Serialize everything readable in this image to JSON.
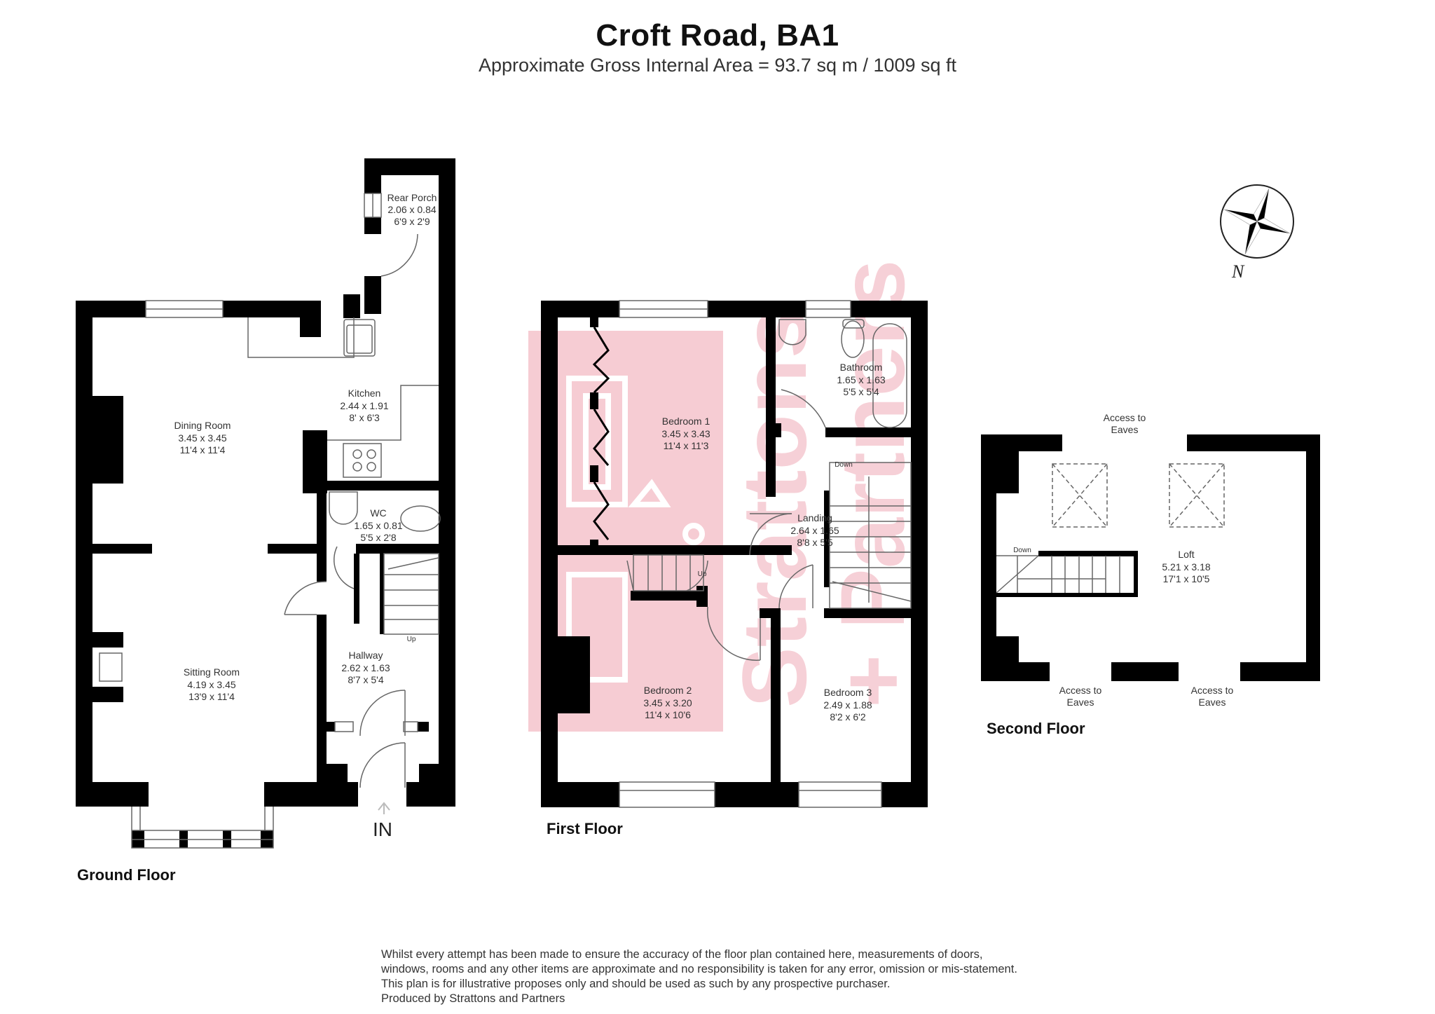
{
  "header": {
    "title": "Croft Road, BA1",
    "subtitle": "Approximate Gross Internal Area = 93.7 sq m / 1009 sq ft"
  },
  "watermark": {
    "text": "Strattons + Partners",
    "color": "#f6ccd3"
  },
  "compass": {
    "label": "N",
    "icon": "compass-rose-icon"
  },
  "entrance": {
    "label": "IN"
  },
  "floors": {
    "ground": {
      "label": "Ground Floor",
      "rooms": {
        "rear_porch": {
          "name": "Rear Porch",
          "metric": "2.06 x 0.84",
          "imperial": "6'9 x 2'9"
        },
        "kitchen": {
          "name": "Kitchen",
          "metric": "2.44 x 1.91",
          "imperial": "8' x 6'3"
        },
        "dining_room": {
          "name": "Dining Room",
          "metric": "3.45 x 3.45",
          "imperial": "11'4 x 11'4"
        },
        "wc": {
          "name": "WC",
          "metric": "1.65 x 0.81",
          "imperial": "5'5 x 2'8"
        },
        "sitting_room": {
          "name": "Sitting Room",
          "metric": "4.19 x 3.45",
          "imperial": "13'9 x 11'4"
        },
        "hallway": {
          "name": "Hallway",
          "metric": "2.62 x 1.63",
          "imperial": "8'7 x 5'4"
        }
      },
      "stairs_label": "Up"
    },
    "first": {
      "label": "First Floor",
      "rooms": {
        "bedroom1": {
          "name": "Bedroom 1",
          "metric": "3.45 x 3.43",
          "imperial": "11'4 x 11'3"
        },
        "bathroom": {
          "name": "Bathroom",
          "metric": "1.65 x 1.63",
          "imperial": "5'5 x 5'4"
        },
        "landing": {
          "name": "Landing",
          "metric": "2.64 x 1.65",
          "imperial": "8'8 x 5'5"
        },
        "bedroom2": {
          "name": "Bedroom 2",
          "metric": "3.45 x 3.20",
          "imperial": "11'4 x 10'6"
        },
        "bedroom3": {
          "name": "Bedroom 3",
          "metric": "2.49 x 1.88",
          "imperial": "8'2 x 6'2"
        }
      },
      "stairs_up_label": "Up",
      "stairs_down_label": "Down"
    },
    "second": {
      "label": "Second Floor",
      "rooms": {
        "loft": {
          "name": "Loft",
          "metric": "5.21 x 3.18",
          "imperial": "17'1 x 10'5"
        }
      },
      "stairs_down_label": "Down",
      "eaves": {
        "top": [
          "Access to",
          "Eaves"
        ],
        "bottom_left": [
          "Access to",
          "Eaves"
        ],
        "bottom_right": [
          "Access to",
          "Eaves"
        ]
      }
    }
  },
  "disclaimer": {
    "lines": [
      "Whilst every attempt has been made to ensure the accuracy of the floor plan contained here, measurements of doors,",
      "windows, rooms and any other items are approximate and no responsibility is taken for any error, omission or mis-statement.",
      "This plan is for illustrative proposes only and should be used as such by any prospective purchaser.",
      "Produced by Strattons and Partners"
    ]
  }
}
